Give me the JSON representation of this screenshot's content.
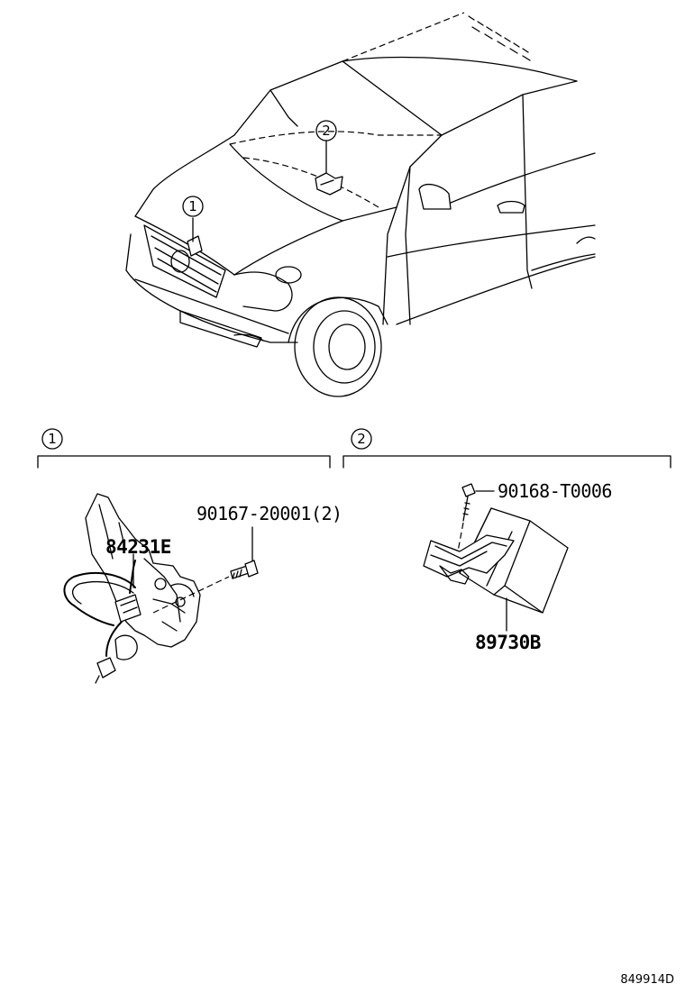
{
  "callouts": {
    "one": "1",
    "two": "2"
  },
  "section1": {
    "number": "1",
    "parts": {
      "horn_assembly": "84231E",
      "bolt": "90167-20001(2)"
    }
  },
  "section2": {
    "number": "2",
    "parts": {
      "screw": "90168-T0006",
      "module": "89730B"
    }
  },
  "reference_code": "849914D"
}
